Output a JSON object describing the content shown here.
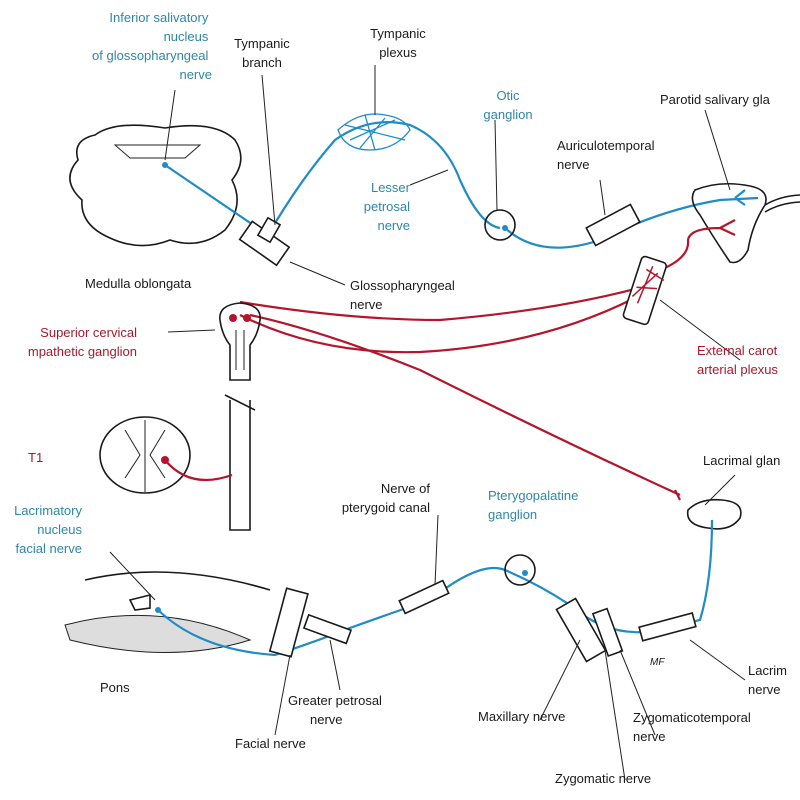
{
  "labels": {
    "inferior_salivatory": [
      "Inferior salivatory",
      "nucleus",
      "of glossopharyngeal",
      "nerve"
    ],
    "tympanic_branch": [
      "Tympanic",
      "branch"
    ],
    "tympanic_plexus": [
      "Tympanic",
      "plexus"
    ],
    "otic_ganglion": [
      "Otic",
      "ganglion"
    ],
    "parotid": [
      "Parotid salivary gla"
    ],
    "auriculotemporal": [
      "Auriculotemporal",
      "nerve"
    ],
    "lesser_petrosal": [
      "Lesser",
      "petrosal",
      "nerve"
    ],
    "medulla": [
      "Medulla oblongata"
    ],
    "glossopharyngeal": [
      "Glossopharyngeal",
      "nerve"
    ],
    "superior_cervical": [
      "Superior cervical",
      "mpathetic ganglion"
    ],
    "external_carotid": [
      "External carot",
      "arterial plexus"
    ],
    "t1": [
      "T1"
    ],
    "lacrimal_gland": [
      "Lacrimal glan"
    ],
    "lacrimatory": [
      "Lacrimatory",
      "nucleus",
      "facial nerve"
    ],
    "nerve_pterygoid": [
      "Nerve of",
      "pterygoid canal"
    ],
    "pterygopalatine": [
      "Pterygopalatine",
      "ganglion"
    ],
    "pons": [
      "Pons"
    ],
    "facial_nerve": [
      "Facial nerve"
    ],
    "greater_petrosal": [
      "Greater petrosal",
      "nerve"
    ],
    "maxillary": [
      "Maxillary nerve"
    ],
    "zygomaticotemporal": [
      "Zygomaticotemporal",
      "nerve"
    ],
    "zygomatic": [
      "Zygomatic nerve"
    ],
    "lacrimal_nerve": [
      "Lacrim",
      "nerve"
    ]
  },
  "signature": "MF",
  "colors": {
    "parasympathetic": "#1e8cc6",
    "sympathetic": "#b5152b",
    "teal_text": "#2f86a6",
    "red_text": "#a8182c"
  }
}
